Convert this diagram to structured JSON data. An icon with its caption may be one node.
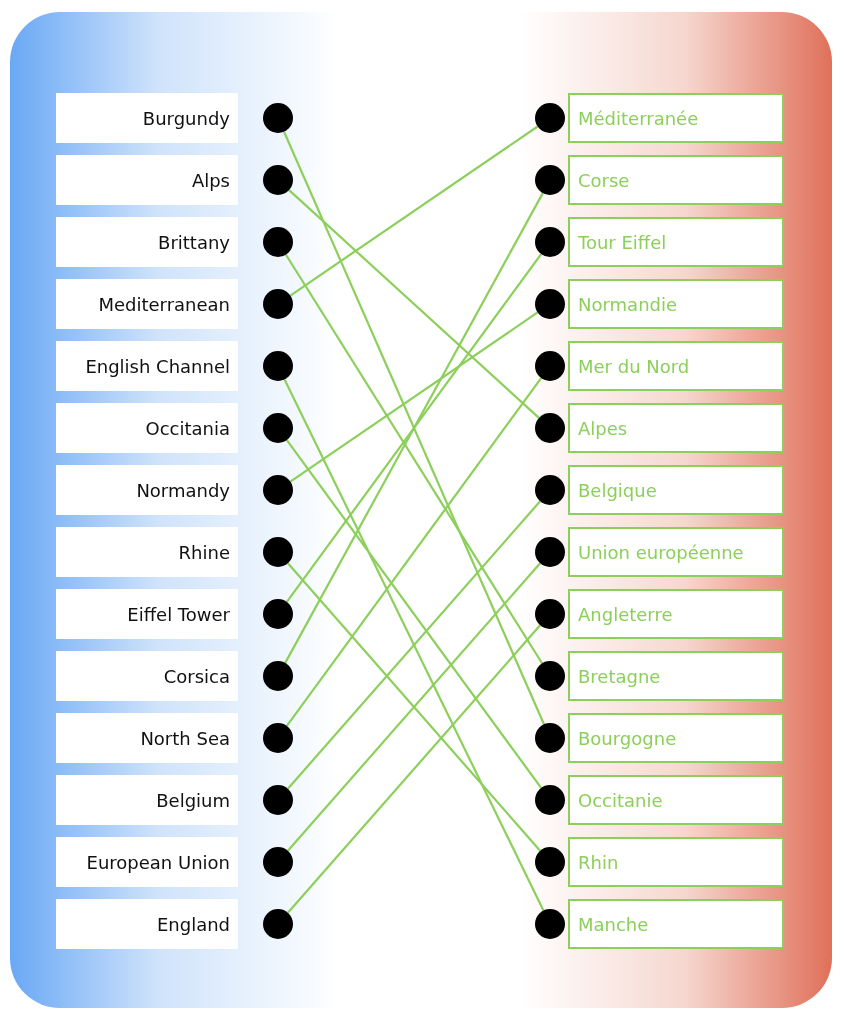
{
  "diagram": {
    "nodes": [
      {
        "text": [
          "Burgundy"
        ]
      },
      {
        "text": [
          "Alps"
        ]
      },
      {
        "text": [
          "Brittany"
        ]
      },
      {
        "text": [
          "Mediterranean"
        ]
      },
      {
        "text": [
          "English Channel"
        ]
      },
      {
        "text": [
          "Occitania"
        ]
      },
      {
        "text": [
          "Normandy"
        ]
      },
      {
        "text": [
          "Rhine"
        ]
      },
      {
        "text": [
          "Eiffel Tower"
        ]
      },
      {
        "text": [
          "Corsica"
        ]
      },
      {
        "text": [
          "North Sea"
        ]
      },
      {
        "text": [
          "Belgium"
        ]
      },
      {
        "text": [
          "European Union"
        ]
      },
      {
        "text": [
          "England"
        ]
      },
      {
        "text": [],
        "shape": "circle"
      },
      {
        "text": [],
        "shape": "circle"
      },
      {
        "text": [],
        "shape": "circle"
      },
      {
        "text": [],
        "shape": "circle"
      },
      {
        "text": [],
        "shape": "circle"
      },
      {
        "text": [],
        "shape": "circle"
      },
      {
        "text": [],
        "shape": "circle"
      },
      {
        "text": [],
        "shape": "circle"
      },
      {
        "text": [],
        "shape": "circle"
      },
      {
        "text": [],
        "shape": "circle"
      },
      {
        "text": [],
        "shape": "circle"
      },
      {
        "text": [],
        "shape": "circle"
      },
      {
        "text": [],
        "shape": "circle"
      },
      {
        "text": [],
        "shape": "circle"
      },
      {
        "text": [],
        "shape": "circle"
      },
      {
        "text": [],
        "shape": "circle"
      },
      {
        "text": [],
        "shape": "circle"
      },
      {
        "text": [],
        "shape": "circle"
      },
      {
        "text": [],
        "shape": "circle"
      },
      {
        "text": [],
        "shape": "circle"
      },
      {
        "text": [],
        "shape": "circle"
      },
      {
        "text": [],
        "shape": "circle"
      },
      {
        "text": [],
        "shape": "circle"
      },
      {
        "text": [],
        "shape": "circle"
      },
      {
        "text": [],
        "shape": "circle"
      },
      {
        "text": [],
        "shape": "circle"
      },
      {
        "text": [],
        "shape": "circle"
      },
      {
        "text": [],
        "shape": "circle"
      },
      {
        "text": [
          "Méditerranée"
        ]
      },
      {
        "text": [
          "Corse"
        ]
      },
      {
        "text": [
          "Tour Eiffel"
        ]
      },
      {
        "text": [
          "Normandie"
        ]
      },
      {
        "text": [
          "Mer du Nord"
        ]
      },
      {
        "text": [
          "Alpes"
        ]
      },
      {
        "text": [
          "Belgique"
        ]
      },
      {
        "text": [
          "Union européenne"
        ]
      },
      {
        "text": [
          "Angleterre"
        ]
      },
      {
        "text": [
          "Bretagne"
        ]
      },
      {
        "text": [
          "Bourgogne"
        ]
      },
      {
        "text": [
          "Occitanie"
        ]
      },
      {
        "text": [
          "Rhin"
        ]
      },
      {
        "text": [
          "Manche"
        ]
      }
    ],
    "edges": [
      {
        "from": 14,
        "to": 38,
        "arrow": "none"
      },
      {
        "from": 15,
        "to": 33,
        "arrow": "none"
      },
      {
        "from": 16,
        "to": 37,
        "arrow": "none"
      },
      {
        "from": 17,
        "to": 28,
        "arrow": "none"
      },
      {
        "from": 18,
        "to": 41,
        "arrow": "none"
      },
      {
        "from": 19,
        "to": 39,
        "arrow": "none"
      },
      {
        "from": 20,
        "to": 31,
        "arrow": "none"
      },
      {
        "from": 21,
        "to": 40,
        "arrow": "none"
      },
      {
        "from": 22,
        "to": 30,
        "arrow": "none"
      },
      {
        "from": 23,
        "to": 29,
        "arrow": "none"
      },
      {
        "from": 24,
        "to": 32,
        "arrow": "none"
      },
      {
        "from": 25,
        "to": 34,
        "arrow": "none"
      },
      {
        "from": 26,
        "to": 35,
        "arrow": "none"
      },
      {
        "from": 27,
        "to": 36,
        "arrow": "none"
      }
    ]
  }
}
